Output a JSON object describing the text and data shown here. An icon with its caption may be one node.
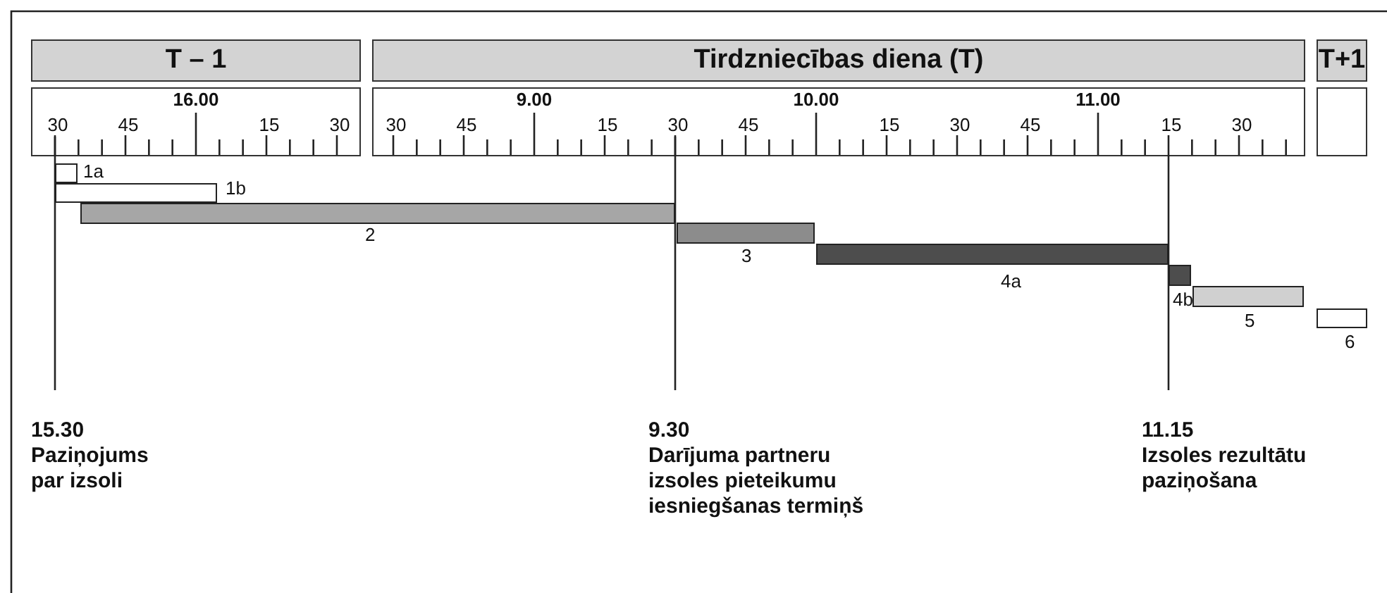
{
  "diagram": {
    "nodes": [
      {
        "text": [
          "T – 1"
        ]
      },
      {
        "text": [
          "Tirdzniecības diena (T)"
        ]
      },
      {
        "text": [
          "T+1"
        ]
      },
      {
        "text": [],
        "shape": "bar",
        "beside": [
          "1a"
        ]
      },
      {
        "text": [],
        "shape": "bar",
        "beside": [
          "1b"
        ]
      },
      {
        "text": [],
        "shape": "bar",
        "beside": [
          "2"
        ]
      },
      {
        "text": [],
        "shape": "bar",
        "beside": [
          "3"
        ]
      },
      {
        "text": [],
        "shape": "bar",
        "beside": [
          "4a"
        ]
      },
      {
        "text": [],
        "shape": "bar",
        "beside": [
          "4b"
        ]
      },
      {
        "text": [],
        "shape": "bar",
        "beside": [
          "5"
        ]
      },
      {
        "text": [],
        "shape": "bar",
        "beside": [
          "6"
        ]
      }
    ],
    "edges": [],
    "labels": [
      "16.00",
      "9.00",
      "10.00",
      "11.00",
      "30",
      "45",
      "15",
      "30",
      "30",
      "45",
      "15",
      "30",
      "45",
      "15",
      "30",
      "45",
      "15",
      "30",
      "15.30",
      "Paziņojums par izsoli",
      "9.30",
      "Darījuma partneru izsoles pieteikumu iesniegšanas termiņš",
      "11.15",
      "Izsoles rezultātu paziņošana"
    ]
  }
}
